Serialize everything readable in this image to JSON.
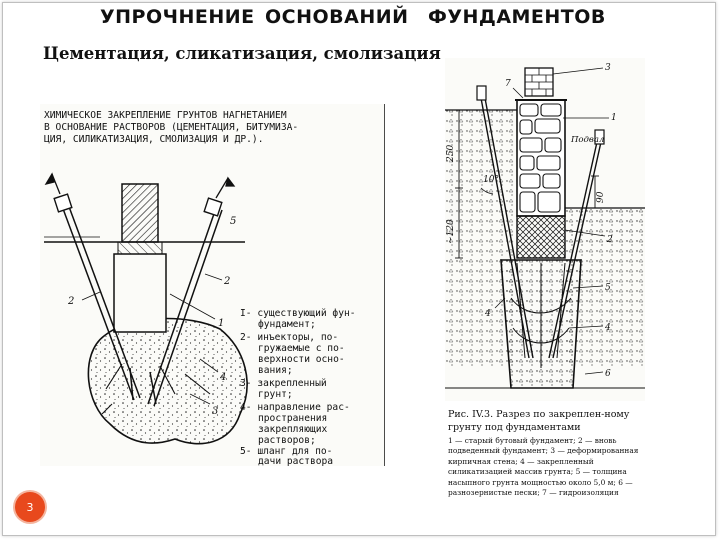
{
  "slide": {
    "title_words": [
      "УПРОЧНЕНИЕ",
      "ОСНОВАНИЙ",
      "ФУНДАМЕНТОВ"
    ],
    "subtitle": "Цементация, сликатизация, смолизация",
    "page_number": "3"
  },
  "left_figure": {
    "header_lines": [
      "ХИМИЧЕСКОЕ ЗАКРЕПЛЕНИЕ ГРУНТОВ НАГНЕТАНИЕМ",
      "В ОСНОВАНИЕ РАСТВОРОВ (ЦЕМЕНТАЦИЯ, БИТУМИЗА-",
      "ЦИЯ, СИЛИКАТИЗАЦИЯ, СМОЛИЗАЦИЯ И ДР.)."
    ],
    "callouts": [
      "1",
      "2",
      "2",
      "3",
      "4",
      "5"
    ],
    "legend_lines": [
      "I- существующий фун-",
      "фундамент;",
      "2- инъекторы, по-",
      "гружаемые с по-",
      "верхности осно-",
      "вания;",
      "3- закрепленный",
      "грунт;",
      "4- направление рас-",
      "пространения",
      "закрепляющих",
      "растворов;",
      "5- шланг для по-",
      "дачи раствора"
    ]
  },
  "right_figure": {
    "dimension_labels": [
      "250",
      "10°",
      "~120",
      "90"
    ],
    "basement_label": "Подвал",
    "callouts": [
      "7",
      "3",
      "1",
      "2",
      "5",
      "4",
      "4",
      "6"
    ],
    "caption_lead": "Рис. IV.3. Разрез по закреплен-ному грунту под фундаментами",
    "caption_legend": "1 — старый бутовый фундамент; 2 — вновь подведенный фундамент; 3 — деформированная кирпичная стена; 4 — закрепленный силикатизацией массив грунта; 5 — толщина насыпного грунта мощностью около 5,0 м; 6 — разнозернистые пески; 7 — гидроизоляция"
  },
  "colors": {
    "badge": "#e8491d",
    "ink": "#111111"
  }
}
